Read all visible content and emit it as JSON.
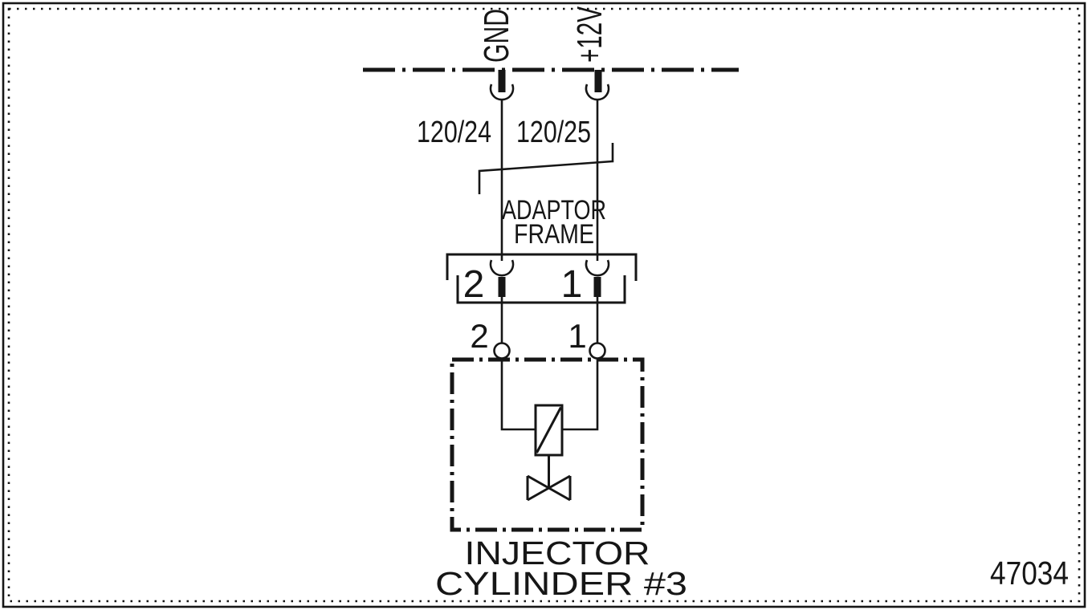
{
  "colors": {
    "ink": "#161616",
    "paper": "#ffffff"
  },
  "power_rail": {
    "gnd_label": "GND",
    "supply_label": "+12V"
  },
  "wires": {
    "left_circuit": "120/24",
    "right_circuit": "120/25"
  },
  "adaptor_frame": {
    "title_line1": "ADAPTOR",
    "title_line2": "FRAME",
    "cavity_left": "2",
    "cavity_right": "1"
  },
  "injector": {
    "pin_left": "2",
    "pin_right": "1",
    "caption_line1": "INJECTOR",
    "caption_line2": "CYLINDER #3"
  },
  "figure_number": "47034"
}
